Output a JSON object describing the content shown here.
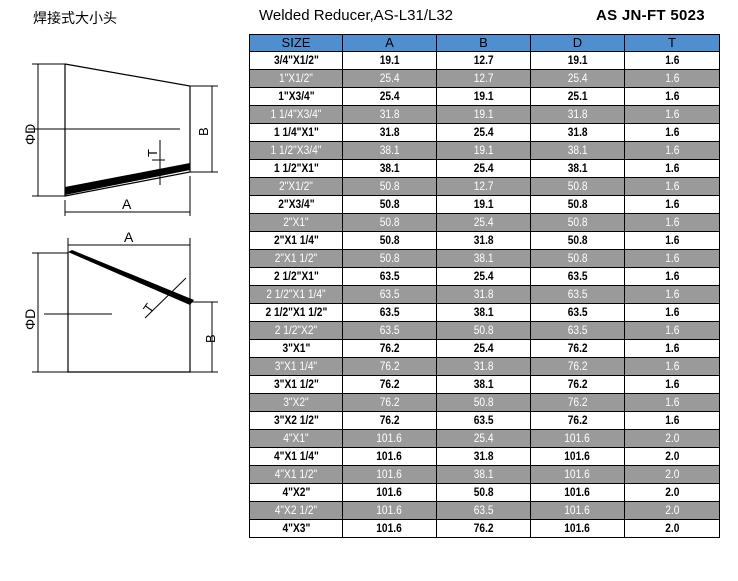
{
  "header": {
    "title_cn": "焊接式大小头",
    "title_en": "Welded Reducer,AS-L31/L32",
    "code": "AS  JN-FT 5023"
  },
  "drawings": {
    "top": {
      "label_diameter": "ΦD",
      "label_b": "B",
      "label_a": "A",
      "label_t": "T"
    },
    "bottom": {
      "label_diameter": "ΦD",
      "label_b": "B",
      "label_a": "A",
      "label_t": "T"
    }
  },
  "table": {
    "headers": [
      "SIZE",
      "A",
      "B",
      "D",
      "T"
    ],
    "rows": [
      [
        "3/4\"X1/2\"",
        "19.1",
        "12.7",
        "19.1",
        "1.6"
      ],
      [
        "1\"X1/2\"",
        "25.4",
        "12.7",
        "25.4",
        "1.6"
      ],
      [
        "1\"X3/4\"",
        "25.4",
        "19.1",
        "25.1",
        "1.6"
      ],
      [
        "1 1/4\"X3/4\"",
        "31.8",
        "19.1",
        "31.8",
        "1.6"
      ],
      [
        "1 1/4\"X1\"",
        "31.8",
        "25.4",
        "31.8",
        "1.6"
      ],
      [
        "1 1/2\"X3/4\"",
        "38.1",
        "19.1",
        "38.1",
        "1.6"
      ],
      [
        "1 1/2\"X1\"",
        "38.1",
        "25.4",
        "38.1",
        "1.6"
      ],
      [
        "2\"X1/2\"",
        "50.8",
        "12.7",
        "50.8",
        "1.6"
      ],
      [
        "2\"X3/4\"",
        "50.8",
        "19.1",
        "50.8",
        "1.6"
      ],
      [
        "2\"X1\"",
        "50.8",
        "25.4",
        "50.8",
        "1.6"
      ],
      [
        "2\"X1 1/4\"",
        "50.8",
        "31.8",
        "50.8",
        "1.6"
      ],
      [
        "2\"X1 1/2\"",
        "50.8",
        "38.1",
        "50.8",
        "1.6"
      ],
      [
        "2 1/2\"X1\"",
        "63.5",
        "25.4",
        "63.5",
        "1.6"
      ],
      [
        "2 1/2\"X1 1/4\"",
        "63.5",
        "31.8",
        "63.5",
        "1.6"
      ],
      [
        "2 1/2\"X1 1/2\"",
        "63.5",
        "38.1",
        "63.5",
        "1.6"
      ],
      [
        "2 1/2\"X2\"",
        "63.5",
        "50.8",
        "63.5",
        "1.6"
      ],
      [
        "3\"X1\"",
        "76.2",
        "25.4",
        "76.2",
        "1.6"
      ],
      [
        "3\"X1 1/4\"",
        "76.2",
        "31.8",
        "76.2",
        "1.6"
      ],
      [
        "3\"X1 1/2\"",
        "76.2",
        "38.1",
        "76.2",
        "1.6"
      ],
      [
        "3\"X2\"",
        "76.2",
        "50.8",
        "76.2",
        "1.6"
      ],
      [
        "3\"X2 1/2\"",
        "76.2",
        "63.5",
        "76.2",
        "1.6"
      ],
      [
        "4\"X1\"",
        "101.6",
        "25.4",
        "101.6",
        "2.0"
      ],
      [
        "4\"X1 1/4\"",
        "101.6",
        "31.8",
        "101.6",
        "2.0"
      ],
      [
        "4\"X1 1/2\"",
        "101.6",
        "38.1",
        "101.6",
        "2.0"
      ],
      [
        "4\"X2\"",
        "101.6",
        "50.8",
        "101.6",
        "2.0"
      ],
      [
        "4\"X2 1/2\"",
        "101.6",
        "63.5",
        "101.6",
        "2.0"
      ],
      [
        "4\"X3\"",
        "101.6",
        "76.2",
        "101.6",
        "2.0"
      ]
    ],
    "shaded_rows": [
      1,
      3,
      5,
      7,
      9,
      11,
      13,
      15,
      17,
      19,
      21,
      23,
      25
    ],
    "colors": {
      "header_bg": "#4f8fd0",
      "shade_bg": "#9a9a9a"
    }
  }
}
